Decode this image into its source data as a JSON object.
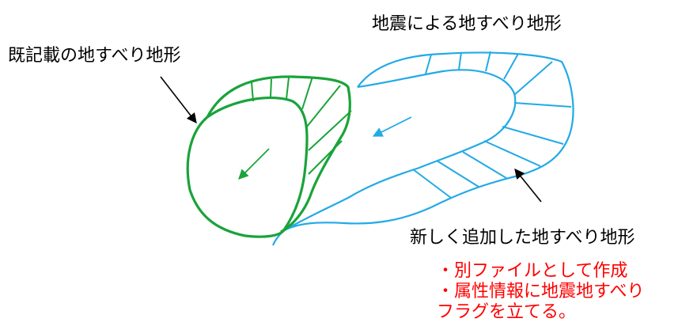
{
  "labels": {
    "existing": "既記載の地すべり地形",
    "earthquake": "地震による地すべり地形",
    "new_added": "新しく追加した地すべり地形"
  },
  "notes": [
    "・別ファイルとして作成",
    "・属性情報に地震地すべり",
    "フラグを立てる。"
  ],
  "colors": {
    "existing_outline": "#1aa33a",
    "new_outline": "#22aae6",
    "notes_text": "#ff0000",
    "label_text": "#000000"
  }
}
